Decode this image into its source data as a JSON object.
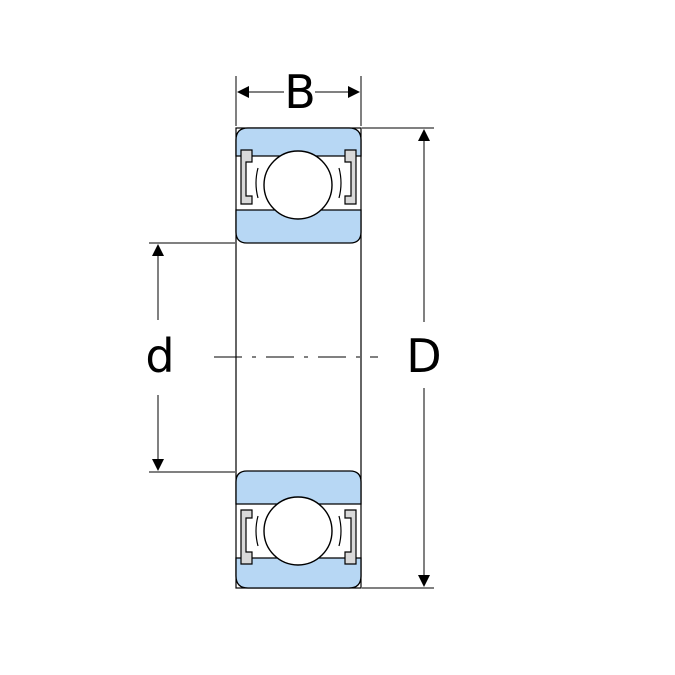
{
  "diagram": {
    "labels": {
      "width": "B",
      "bore": "d",
      "outer": "D"
    },
    "colors": {
      "ring_fill": "#b7d7f4",
      "ball_fill": "#ffffff",
      "seal_fill": "#d9d9d9",
      "line": "#000000",
      "dimension_line": "#111111"
    }
  }
}
